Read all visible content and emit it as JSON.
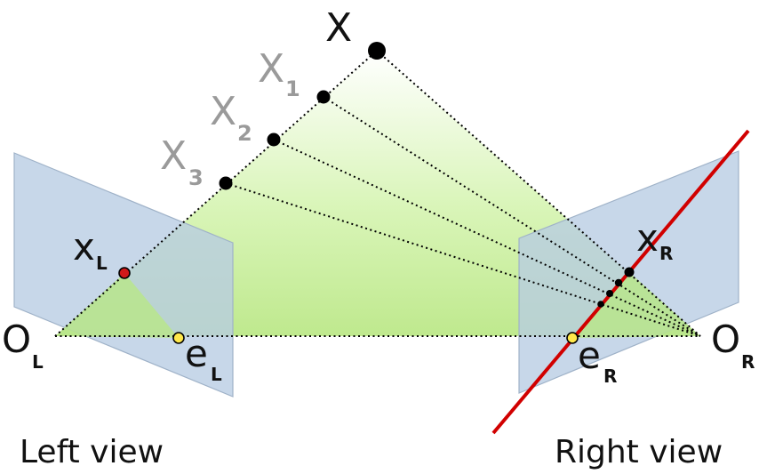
{
  "points": {
    "X": "X",
    "X1": "X",
    "X1_sub": "1",
    "X2": "X",
    "X2_sub": "2",
    "X3": "X",
    "X3_sub": "3",
    "xL": "x",
    "xL_sub": "L",
    "xR": "x",
    "xR_sub": "R",
    "OL": "O",
    "OL_sub": "L",
    "OR": "O",
    "OR_sub": "R",
    "eL": "e",
    "eL_sub": "L",
    "eR": "e",
    "eR_sub": "R"
  },
  "captions": {
    "left_view": "Left view",
    "right_view": "Right view"
  },
  "colors": {
    "plane_fill": "#c7d5e6",
    "plane_stroke": "#9fb2c8",
    "triangle_fill": "#c6ef9a",
    "epipolar_line": "#d10000",
    "epipole_fill": "#ffe84a",
    "image_point_fill": "#d11a1a",
    "point_fill": "#000000"
  }
}
